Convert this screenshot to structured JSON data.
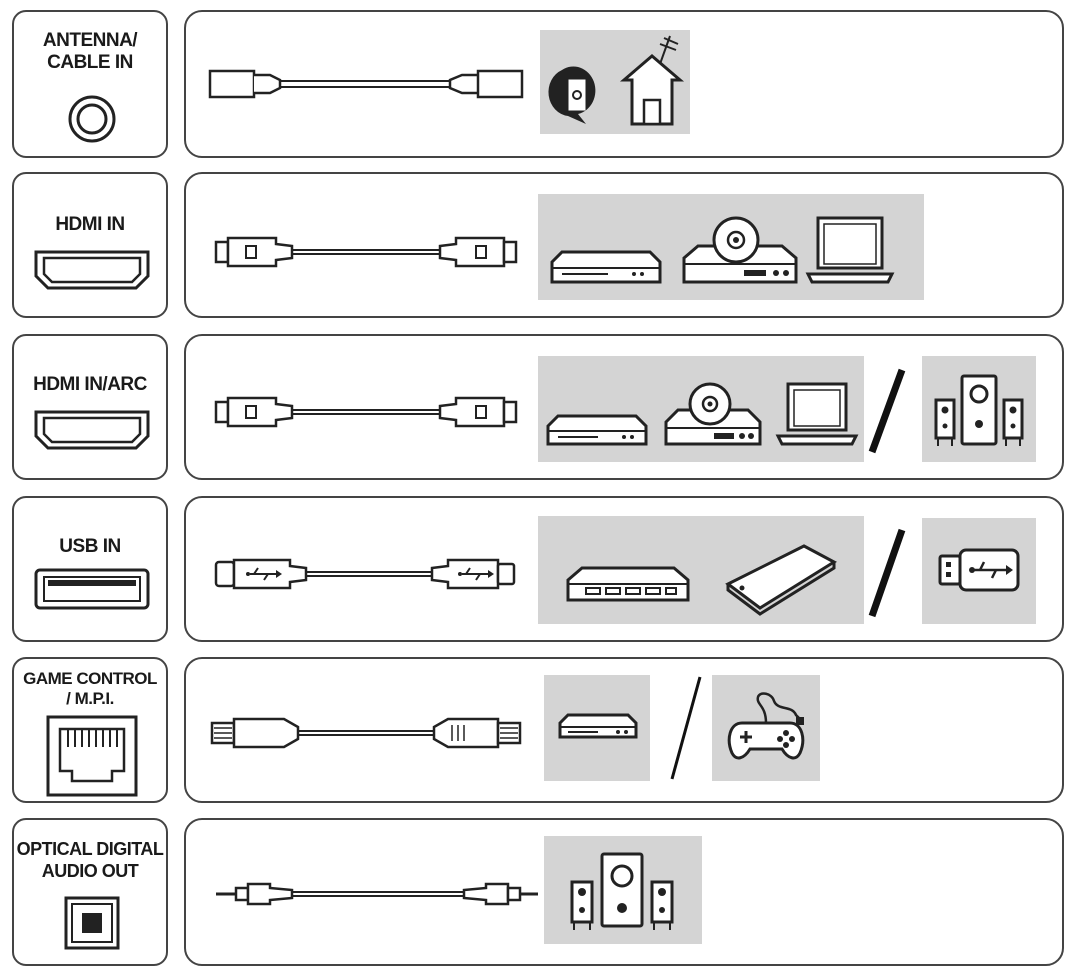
{
  "rows": [
    {
      "id": "antenna",
      "label_lines": [
        "ANTENNA/",
        "CABLE IN"
      ],
      "port_icon": "coax-port-icon",
      "devices": [
        "antenna-house-icon"
      ]
    },
    {
      "id": "hdmi",
      "label_lines": [
        "HDMI IN"
      ],
      "port_icon": "hdmi-port-icon",
      "devices": [
        "set-top-box-icon",
        "dvd-player-icon",
        "laptop-icon"
      ]
    },
    {
      "id": "hdmi-arc",
      "label_lines": [
        "HDMI IN/ARC"
      ],
      "port_icon": "hdmi-port-icon",
      "devices": [
        "set-top-box-icon",
        "dvd-player-icon",
        "laptop-icon",
        "speaker-system-icon"
      ]
    },
    {
      "id": "usb",
      "label_lines": [
        "USB IN"
      ],
      "port_icon": "usb-port-icon",
      "devices": [
        "usb-hub-icon",
        "external-hdd-icon",
        "usb-flash-drive-icon"
      ]
    },
    {
      "id": "game",
      "label_lines": [
        "GAME CONTROL",
        "/ M.P.I."
      ],
      "port_icon": "rj45-port-icon",
      "devices": [
        "set-top-box-icon",
        "game-controller-icon"
      ]
    },
    {
      "id": "optical",
      "label_lines": [
        "OPTICAL DIGITAL",
        "AUDIO OUT"
      ],
      "port_icon": "optical-port-icon",
      "devices": [
        "speaker-system-icon"
      ]
    }
  ],
  "colors": {
    "outline": "#444444",
    "panel": "#d4d4d4",
    "ink": "#1a1a1a"
  }
}
